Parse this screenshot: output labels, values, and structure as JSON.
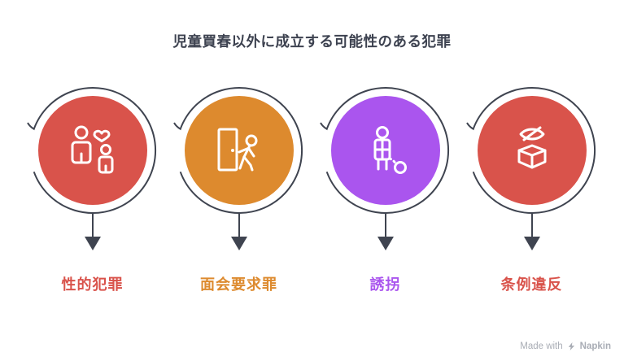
{
  "title": "児童買春以外に成立する可能性のある犯罪",
  "items": [
    {
      "label": "性的犯罪",
      "color": "#d9534b",
      "icon": "adult-child-heart-icon"
    },
    {
      "label": "面会要求罪",
      "color": "#dd8a2e",
      "icon": "door-person-icon"
    },
    {
      "label": "誘拐",
      "color": "#aa55ee",
      "icon": "person-ball-chain-icon"
    },
    {
      "label": "条例違反",
      "color": "#d9534b",
      "icon": "hidden-eye-box-icon"
    }
  ],
  "colors": {
    "outline": "#3f4450",
    "title": "#3d4250",
    "icon_stroke": "#ffffff",
    "background": "#ffffff",
    "watermark": "#a9adb5"
  },
  "watermark": {
    "prefix": "Made with",
    "brand": "Napkin"
  }
}
